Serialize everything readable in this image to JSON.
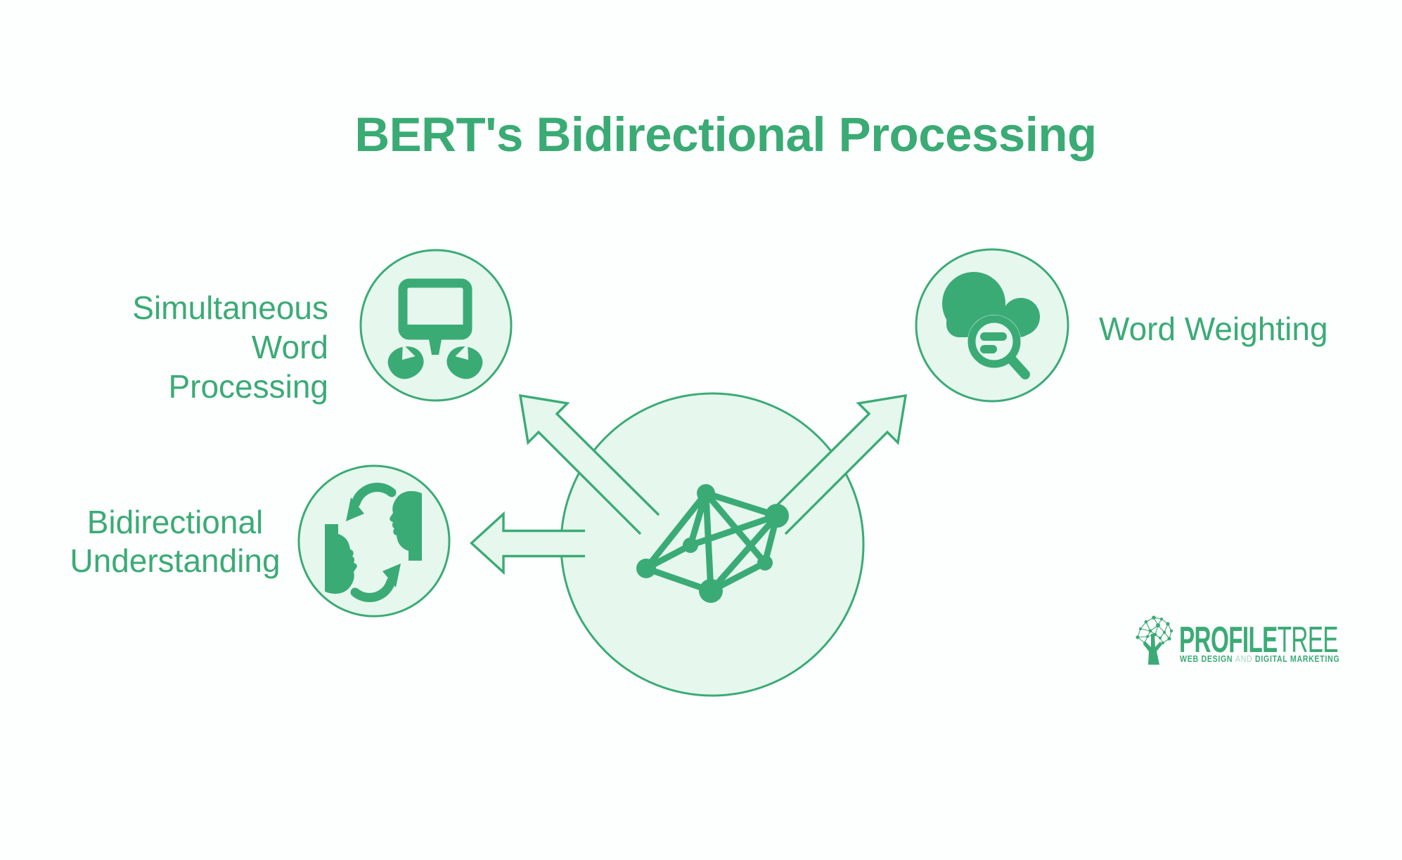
{
  "title": "BERT's Bidirectional Processing",
  "colors": {
    "primary_green": "#3BAB76",
    "light_green_fill": "#E6F7EE",
    "background": "#FDFEFE",
    "muted_green": "#A6D8C0"
  },
  "diagram": {
    "center": {
      "icon": "network-graph-icon"
    },
    "satellites": [
      {
        "id": "simultaneous-word-processing",
        "icon": "monitor-typing-hands-icon",
        "label_line1": "Simultaneous Word",
        "label_line2": "Processing"
      },
      {
        "id": "word-weighting",
        "icon": "cloud-word-search-icon",
        "label_line1": "Word Weighting"
      },
      {
        "id": "bidirectional-understanding",
        "icon": "faces-exchange-arrows-icon",
        "label_line1": "Bidirectional",
        "label_line2": "Understanding"
      }
    ]
  },
  "logo": {
    "icon": "profiletree-network-tree-icon",
    "brand_bold": "PROFILE",
    "brand_light": "TREE",
    "tagline_web_design": "WEB DESIGN",
    "tagline_and": "AND",
    "tagline_digital_marketing": "DIGITAL MARKETING"
  }
}
